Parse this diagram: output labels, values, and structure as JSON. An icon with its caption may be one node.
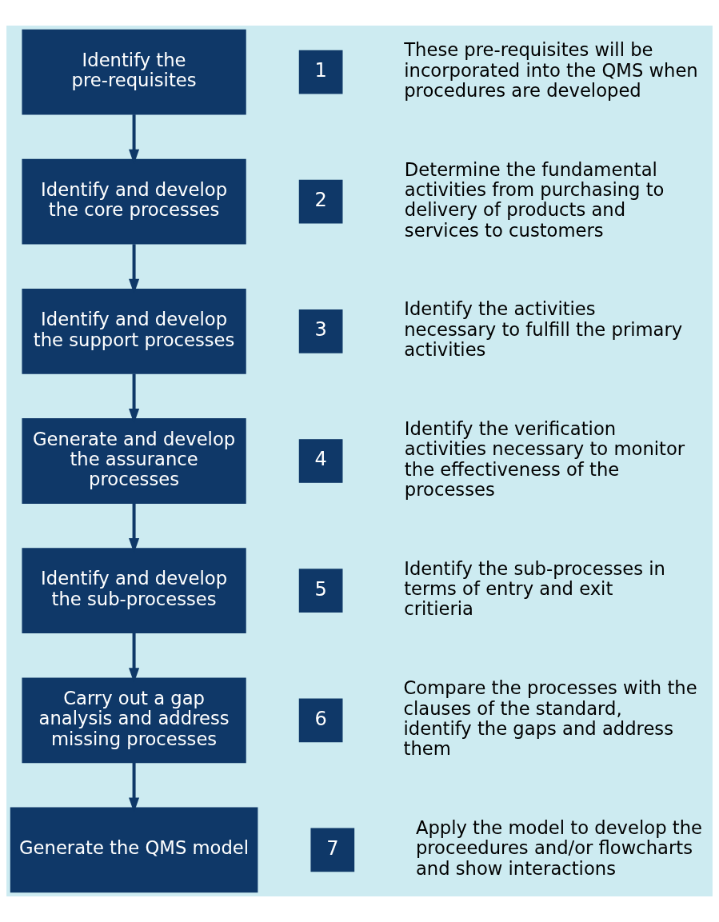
{
  "diagram": {
    "nodes": [
      {
        "text": [
          "Identify the pre-requisites"
        ]
      },
      {
        "text": [
          "1"
        ],
        "beside": [
          "These pre-requisites will be incorporated into the QMS when procedures are developed"
        ]
      },
      {
        "text": [
          "Identify and develop the core processes"
        ]
      },
      {
        "text": [
          "2"
        ],
        "beside": [
          "Determine the fundamental activities from purchasing to delivery of products and services to customers"
        ]
      },
      {
        "text": [
          "Identify and develop the support processes"
        ]
      },
      {
        "text": [
          "3"
        ],
        "beside": [
          "Identify the activities necessary to fulfill the primary activities"
        ]
      },
      {
        "text": [
          "Generate and develop the assurance processes"
        ]
      },
      {
        "text": [
          "4"
        ],
        "beside": [
          "Identify the verification activities necessary to monitor the effectiveness of the processes"
        ]
      },
      {
        "text": [
          "Identify and develop the sub-processes"
        ]
      },
      {
        "text": [
          "5"
        ],
        "beside": [
          "Identify the sub-processes in terms of entry and exit critieria"
        ]
      },
      {
        "text": [
          "Carry out a gap analysis and address missing processes"
        ]
      },
      {
        "text": [
          "6"
        ],
        "beside": [
          "Compare the processes with the clauses of the standard, identify the gaps and address them"
        ]
      },
      {
        "text": [
          "Generate the QMS model"
        ]
      },
      {
        "text": [
          "7"
        ],
        "beside": [
          "Apply the model to develop the proceedures and/or flowcharts and show interactions"
        ]
      }
    ],
    "edges": [
      {
        "from": 0,
        "to": 2,
        "arrow": "to"
      },
      {
        "from": 2,
        "to": 4,
        "arrow": "to"
      },
      {
        "from": 4,
        "to": 6,
        "arrow": "to"
      },
      {
        "from": 6,
        "to": 8,
        "arrow": "to"
      },
      {
        "from": 8,
        "to": 10,
        "arrow": "to"
      },
      {
        "from": 10,
        "to": 12,
        "arrow": "to"
      }
    ]
  }
}
